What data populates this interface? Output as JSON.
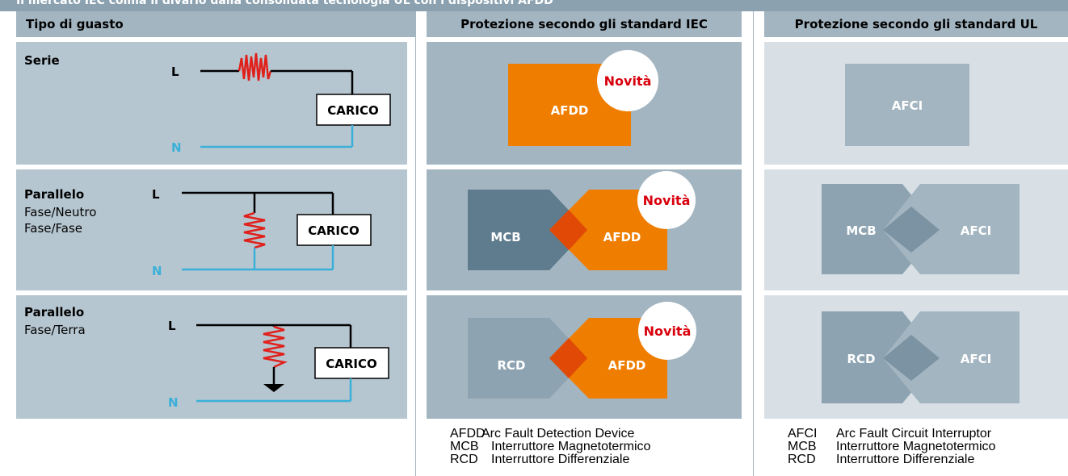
{
  "header": {
    "banner": "Il mercato IEC colma il divario dalla consolidata tecnologia UL con i dispositivi AFDD",
    "col_fault": "Tipo di guasto",
    "col_iec": "Protezione secondo gli standard IEC",
    "col_ul": "Protezione secondo gli standard UL"
  },
  "faults": [
    {
      "title": "Serie",
      "sub1": "",
      "sub2": ""
    },
    {
      "title": "Parallelo",
      "sub1": "Fase/Neutro",
      "sub2": "Fase/Fase"
    },
    {
      "title": "Parallelo",
      "sub1": "Fase/Terra",
      "sub2": ""
    }
  ],
  "circuit": {
    "line": "L",
    "neutral": "N",
    "load": "CARICO"
  },
  "devices": {
    "afdd": "AFDD",
    "mcb": "MCB",
    "rcd": "RCD",
    "afci": "AFCI",
    "new_badge": "Novità"
  },
  "legend_iec": [
    {
      "abbr": "AFDD",
      "desc": "Arc Fault Detection Device"
    },
    {
      "abbr": "MCB",
      "desc": "Interruttore Magnetotermico"
    },
    {
      "abbr": "RCD",
      "desc": "Interruttore Differenziale"
    }
  ],
  "legend_ul": [
    {
      "abbr": "AFCI",
      "desc": "Arc Fault Circuit Interruptor"
    },
    {
      "abbr": "MCB",
      "desc": "Interruttore Magnetotermico"
    },
    {
      "abbr": "RCD",
      "desc": "Interruttore Differenziale"
    }
  ],
  "colors": {
    "header_band": "#a3b5c1",
    "row_fault": "#b6c6d0",
    "row_iec": "#a3b5c1",
    "row_ul": "#d9e0e5",
    "afdd_orange": "#ef7d00",
    "overlap_red": "#e04a06",
    "mcb_dark": "#5f7b8e",
    "rcd_gray": "#8da3b1",
    "afci_gray": "#a3b5c1",
    "badge_red": "#d9000d",
    "neutral_blue": "#3ab0d8"
  }
}
